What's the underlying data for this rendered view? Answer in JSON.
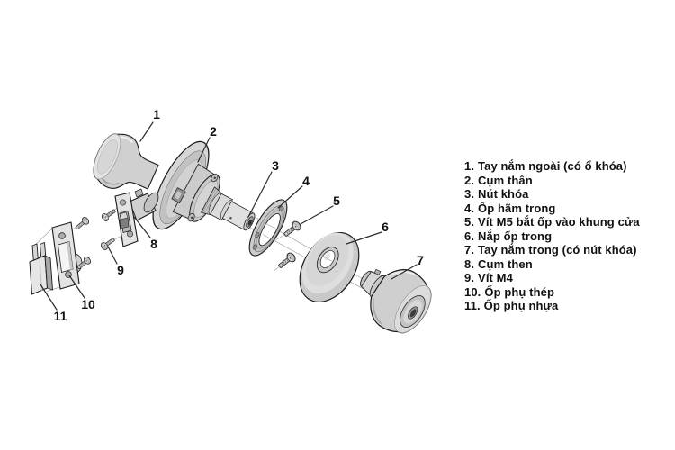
{
  "diagram": {
    "callouts": [
      {
        "num": "1"
      },
      {
        "num": "2"
      },
      {
        "num": "3"
      },
      {
        "num": "4"
      },
      {
        "num": "5"
      },
      {
        "num": "6"
      },
      {
        "num": "7"
      },
      {
        "num": "8"
      },
      {
        "num": "9"
      },
      {
        "num": "10"
      },
      {
        "num": "11"
      }
    ],
    "colors": {
      "background": "#ffffff",
      "outline": "#1a1a1a",
      "metal_light": "#e3e3e3",
      "metal_mid": "#cfcfcf",
      "metal_dark": "#9a9a9a",
      "guide_line": "#a3a3a3",
      "label_text": "#111111"
    }
  },
  "legend": {
    "items": [
      {
        "num": "1.",
        "label": "Tay nắm ngoài (có ổ khóa)"
      },
      {
        "num": "2.",
        "label": "Cụm thân"
      },
      {
        "num": "3.",
        "label": "Nút khóa"
      },
      {
        "num": "4.",
        "label": "Ốp hãm trong"
      },
      {
        "num": "5.",
        "label": "Vít M5 bắt ốp vào khung cửa"
      },
      {
        "num": "6.",
        "label": "Nắp ốp trong"
      },
      {
        "num": "7.",
        "label": "Tay nắm trong (có nút khóa)"
      },
      {
        "num": "8.",
        "label": "Cụm then"
      },
      {
        "num": "9.",
        "label": "Vít M4"
      },
      {
        "num": "10.",
        "label": "Ốp phụ thép"
      },
      {
        "num": "11.",
        "label": "Ốp phụ nhựa"
      }
    ]
  }
}
